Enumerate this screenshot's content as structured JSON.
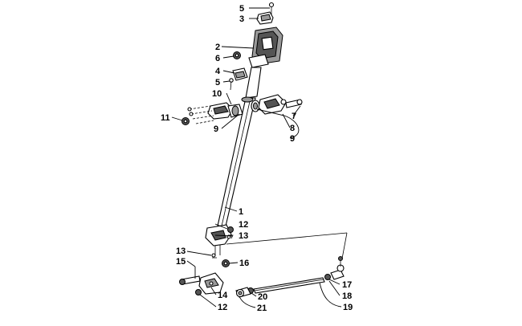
{
  "diagram": {
    "callouts": {
      "c1": "1",
      "c2": "2",
      "c3": "3",
      "c4": "4",
      "c5a": "5",
      "c5b": "5",
      "c6": "6",
      "c7": "7",
      "c8": "8",
      "c9a": "9",
      "c9b": "9",
      "c10": "10",
      "c11": "11",
      "c12a": "12",
      "c12b": "12",
      "c13a": "13",
      "c13b": "13",
      "c14": "14",
      "c15": "15",
      "c16": "16",
      "c17": "17",
      "c18": "18",
      "c19": "19",
      "c20": "20",
      "c21": "21"
    }
  }
}
